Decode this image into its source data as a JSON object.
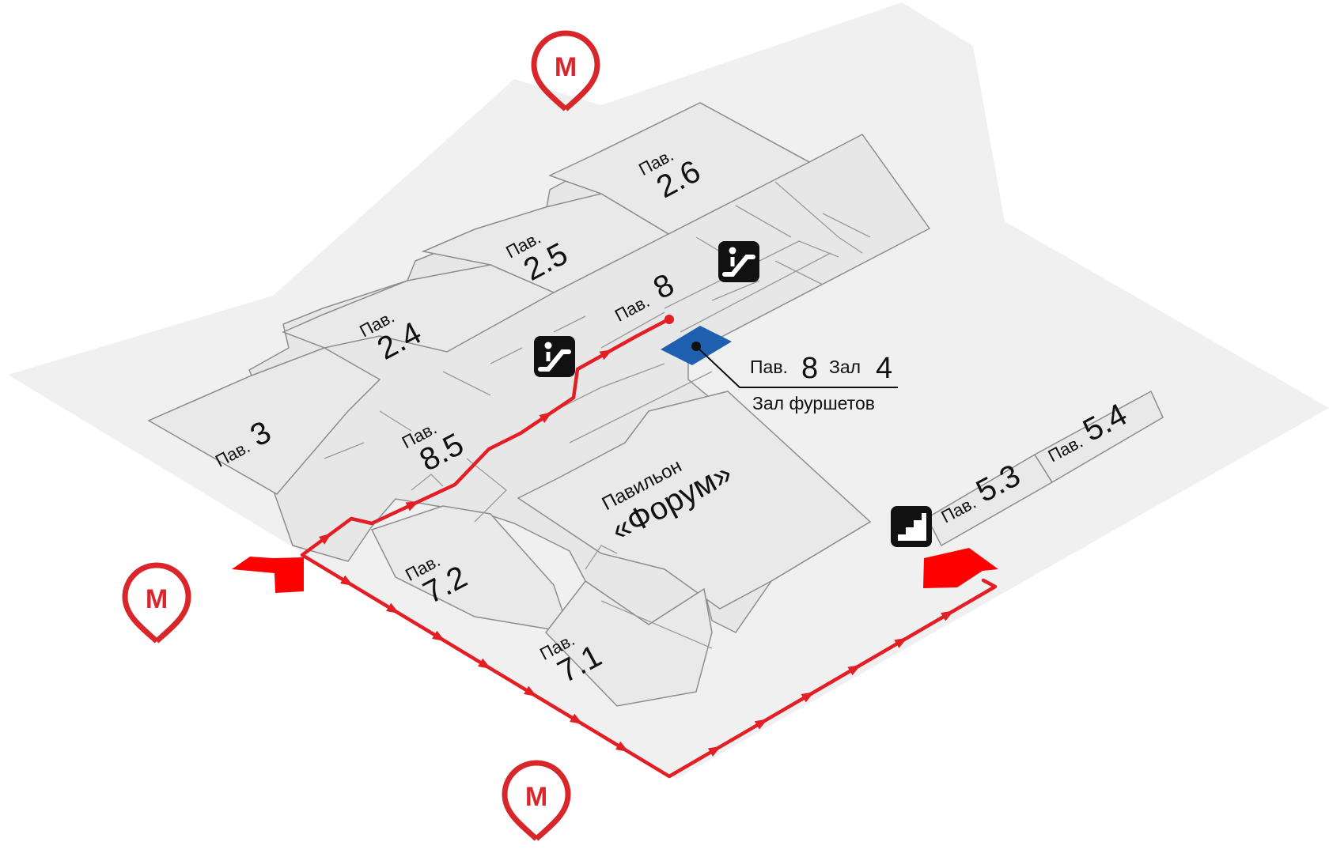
{
  "pavilions": [
    {
      "id": "p26",
      "prefix": "Пав.",
      "number": "2.6"
    },
    {
      "id": "p25",
      "prefix": "Пав.",
      "number": "2.5"
    },
    {
      "id": "p24",
      "prefix": "Пав.",
      "number": "2.4"
    },
    {
      "id": "p3",
      "prefix": "Пав.",
      "number": "3"
    },
    {
      "id": "p85",
      "prefix": "Пав.",
      "number": "8.5"
    },
    {
      "id": "p8",
      "prefix": "Пав.",
      "number": "8"
    },
    {
      "id": "p72",
      "prefix": "Пав.",
      "number": "7.2"
    },
    {
      "id": "p71",
      "prefix": "Пав.",
      "number": "7.1"
    },
    {
      "id": "p53",
      "prefix": "Пав.",
      "number": "5.3"
    },
    {
      "id": "p54",
      "prefix": "Пав.",
      "number": "5.4"
    }
  ],
  "forum": {
    "line1": "Павильон",
    "line2": "«Форум»"
  },
  "destination": {
    "pav_prefix": "Пав.",
    "pav_number": "8",
    "hall_prefix": "Зал",
    "hall_number": "4",
    "hall_name": "Зал фуршетов"
  },
  "metro_letter": "М",
  "icons": [
    "metro-icon",
    "escalator-icon",
    "stairs-icon",
    "entrance-arrow-icon",
    "destination-marker-icon"
  ],
  "colors": {
    "route": "#e31e24",
    "metro": "#d9262b",
    "destination": "#1f5fb0",
    "ground": "#f0f0f0",
    "building": "#e7e7e7",
    "outline": "#8d8d8d"
  }
}
